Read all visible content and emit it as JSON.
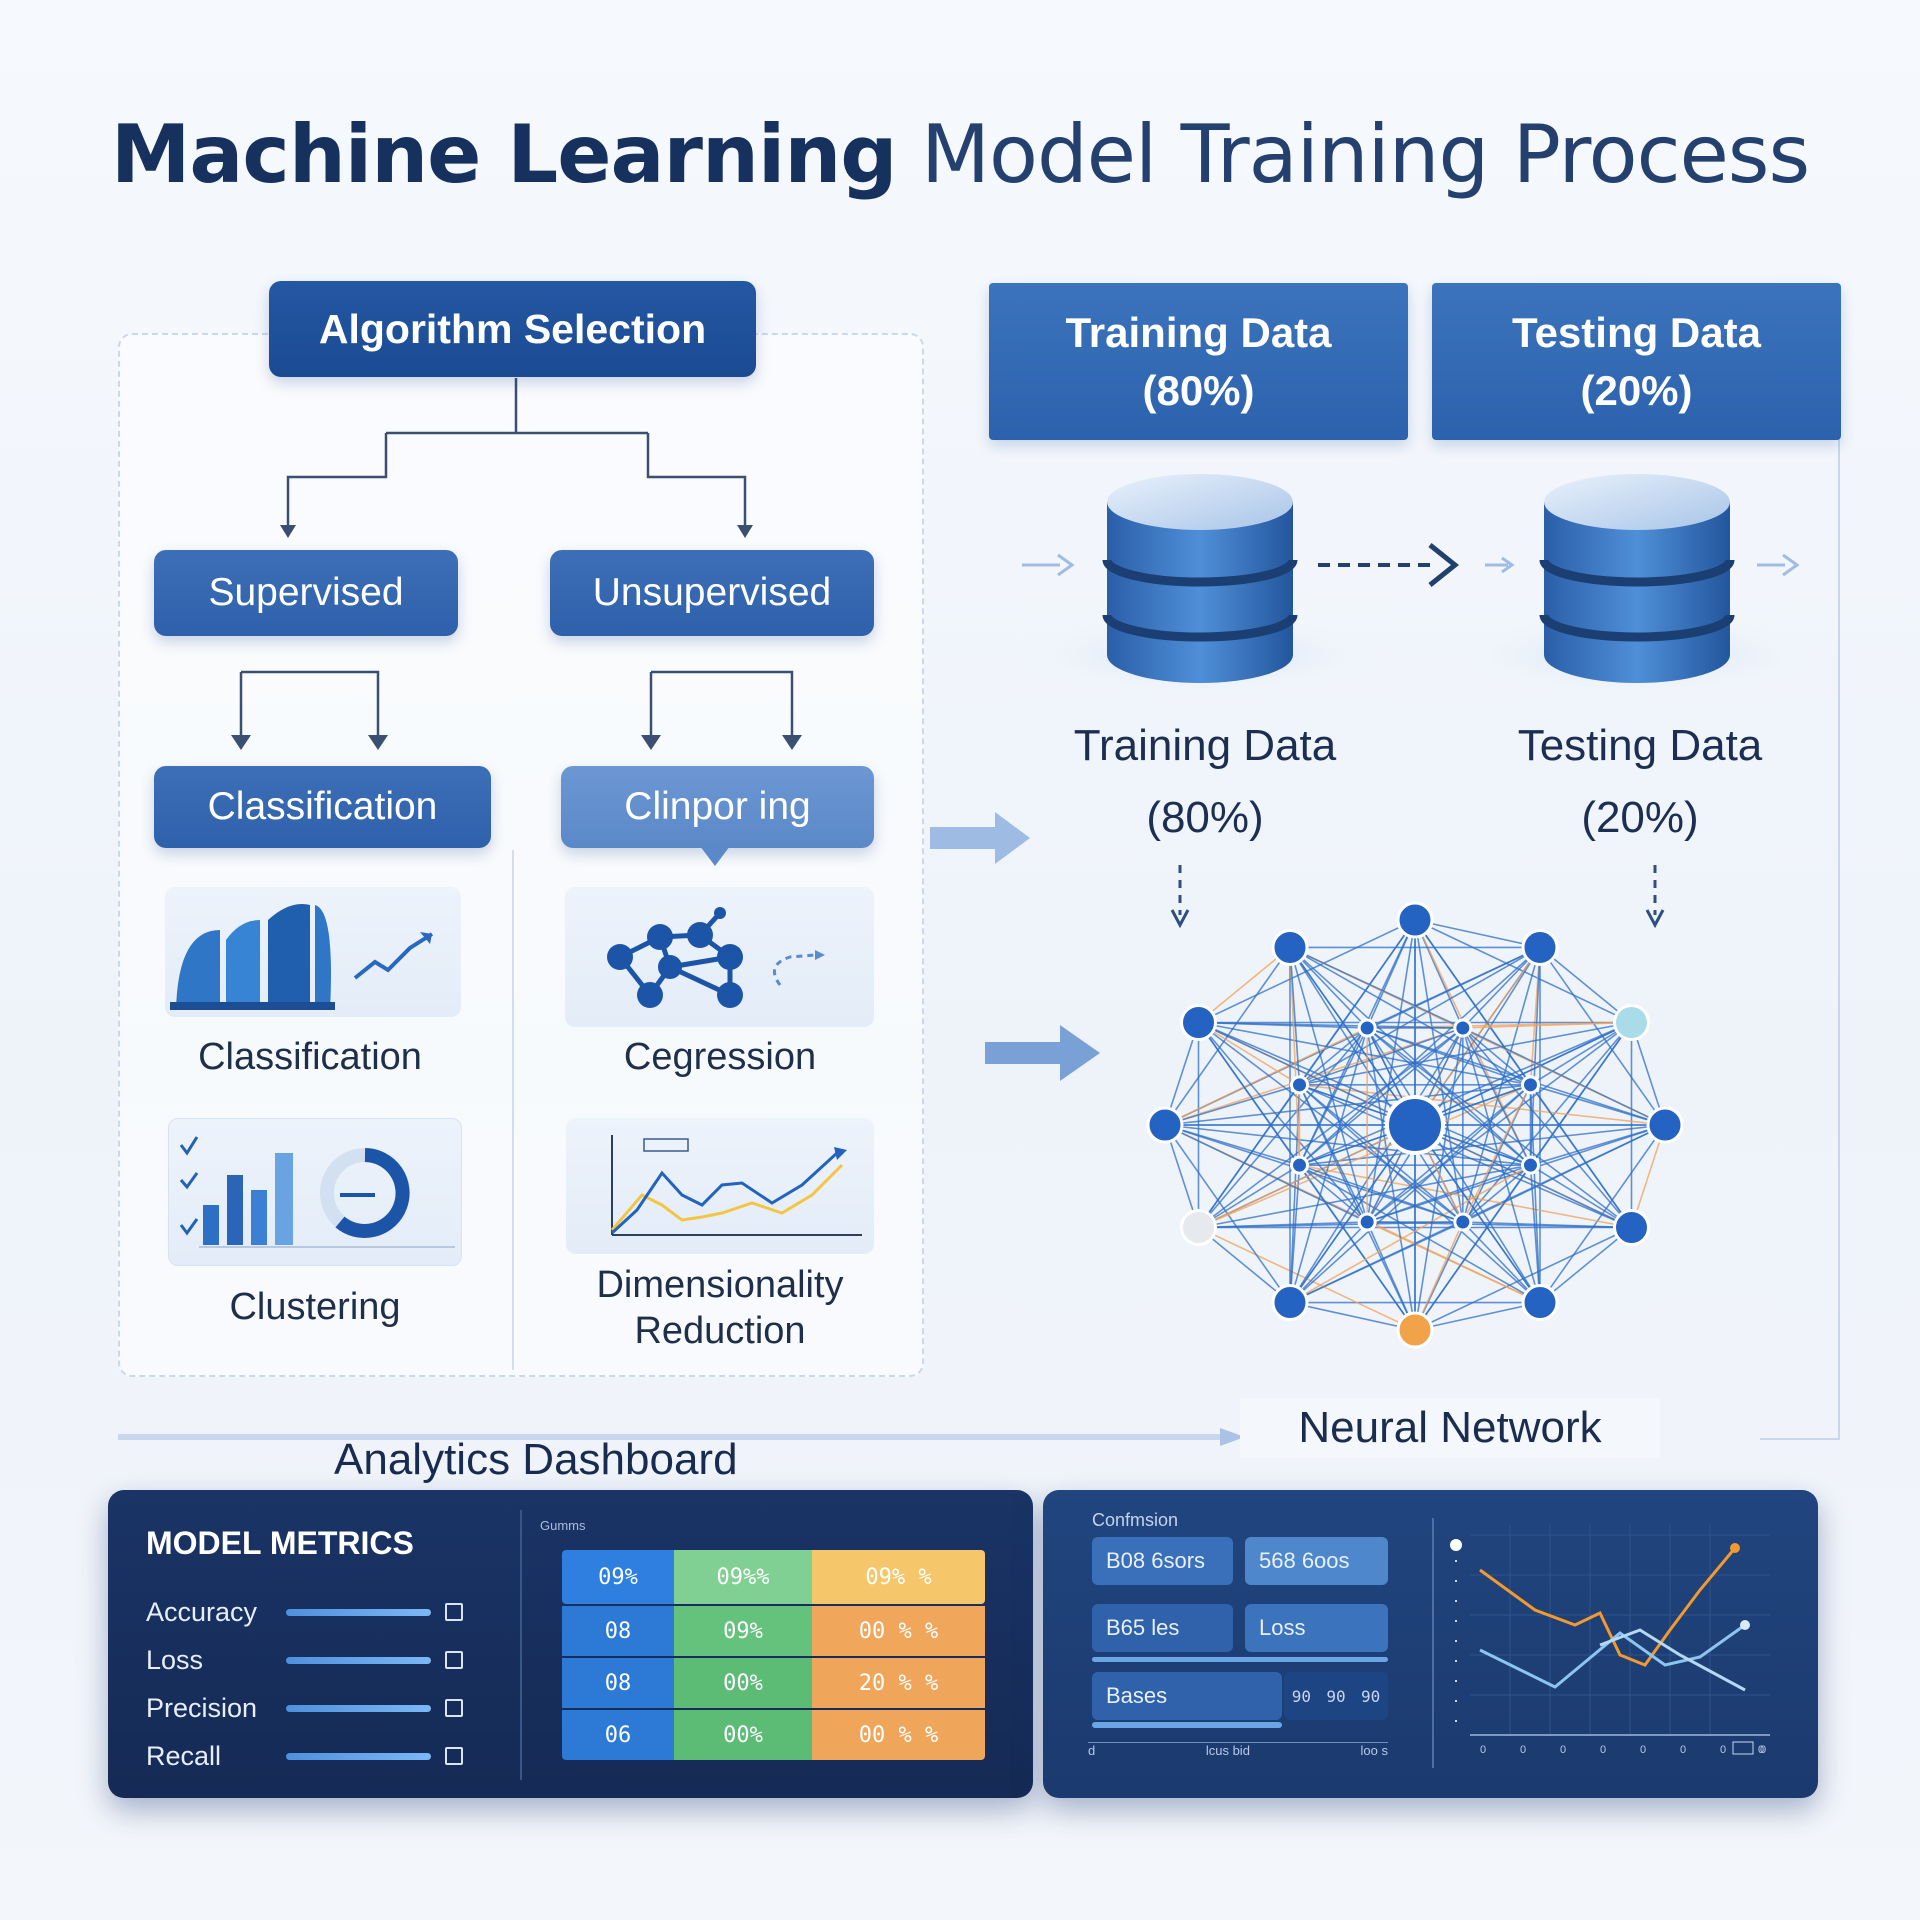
{
  "title": {
    "bold": "Machine Learning",
    "light": "Model Training Process"
  },
  "algorithm_tree": {
    "root": "Algorithm Selection",
    "branches": [
      "Supervised",
      "Unsupervised"
    ],
    "sub_nodes": [
      "Classification",
      "Clinpor ing"
    ],
    "cards": [
      "Classification",
      "Cegression",
      "Clustering",
      "Dimensionality Reduction"
    ]
  },
  "data_split": {
    "headers": [
      {
        "name": "Training Data",
        "pct": "(80%)"
      },
      {
        "name": "Testing Data",
        "pct": "(20%)"
      }
    ],
    "labels": [
      {
        "name": "Training Data",
        "pct": "(80%)"
      },
      {
        "name": "Testing Data",
        "pct": "(20%)"
      }
    ]
  },
  "neural_network": {
    "label": "Neural Network"
  },
  "dashboard": {
    "heading": "Analytics Dashboard",
    "metrics_title": "MODEL METRICS",
    "metrics": [
      "Accuracy",
      "Loss",
      "Precision",
      "Recall"
    ],
    "table_caption": "Gumms",
    "table_rows": [
      [
        "09%",
        "09%%",
        "09% %"
      ],
      [
        "08",
        "09%",
        "00 % %"
      ],
      [
        "08",
        "00%",
        "20 % %"
      ],
      [
        "06",
        "00%",
        "00 % %"
      ]
    ],
    "confusion_title": "Confmsion",
    "pills": [
      "B08 6sors",
      "568 6oos",
      "B65 les",
      "Loss",
      "Bases"
    ],
    "pill_tail_glyphs": [
      "90",
      "90",
      "90"
    ],
    "pill_axis_labels": [
      "d",
      "lcus  bid",
      "loo  s"
    ],
    "line_chart_ticks": [
      "0",
      "0",
      "0",
      "0",
      "0",
      "0",
      "0",
      "0"
    ],
    "line_chart_legend": "0"
  },
  "colors": {
    "dark_blue": "#1a4a92",
    "mid_blue": "#2e61ab",
    "light_blue": "#5b88c8",
    "dashboard_bg": "#152a55",
    "cell_blue": "#2f7fe0",
    "cell_green": "#5cc17a",
    "cell_orange": "#f0a65a",
    "orange_line": "#f29a2e",
    "light_line": "#8cc6f0"
  },
  "icons": [
    "database-icon",
    "neural-network-icon",
    "arrow-right-icon",
    "bar-chart-icon",
    "line-chart-icon",
    "cluster-icon",
    "donut-chart-icon"
  ]
}
